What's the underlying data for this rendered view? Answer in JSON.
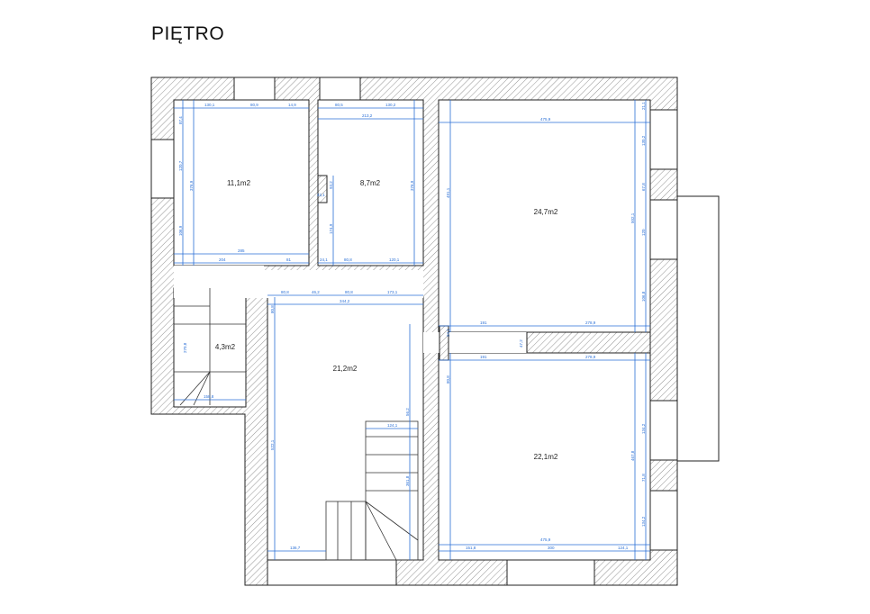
{
  "title": "PIĘTRO",
  "rooms": [
    {
      "area": "11,1m2"
    },
    {
      "area": "8,7m2"
    },
    {
      "area": "24,7m2"
    },
    {
      "area": "4,3m2"
    },
    {
      "area": "21,2m2"
    },
    {
      "area": "22,1m2"
    }
  ],
  "dims": [
    "130,1",
    "80,9",
    "14,9",
    "285",
    "204",
    "81",
    "376,9",
    "87,4",
    "120,7",
    "106,9",
    "80,5",
    "130,2",
    "213,2",
    "376,9",
    "24,1",
    "80,8",
    "120,1",
    "93,2",
    "22,1",
    "174,9",
    "475,9",
    "491,1",
    "21,1",
    "130,2",
    "67,8",
    "120",
    "106,8",
    "191",
    "278,9",
    "502,1",
    "80,8",
    "46,2",
    "80,8",
    "173,1",
    "344,2",
    "522,1",
    "124,1",
    "56,2",
    "361,8",
    "136,7",
    "151,8",
    "300",
    "124,1",
    "475,9",
    "467,8",
    "134,2",
    "71,8",
    "134,2",
    "158,8",
    "270,8",
    "191",
    "278,9",
    "47,2",
    "24,1",
    "80,8",
    "80,8"
  ],
  "colors": {
    "dimension": "#2a6fd6",
    "wall": "#222222"
  }
}
